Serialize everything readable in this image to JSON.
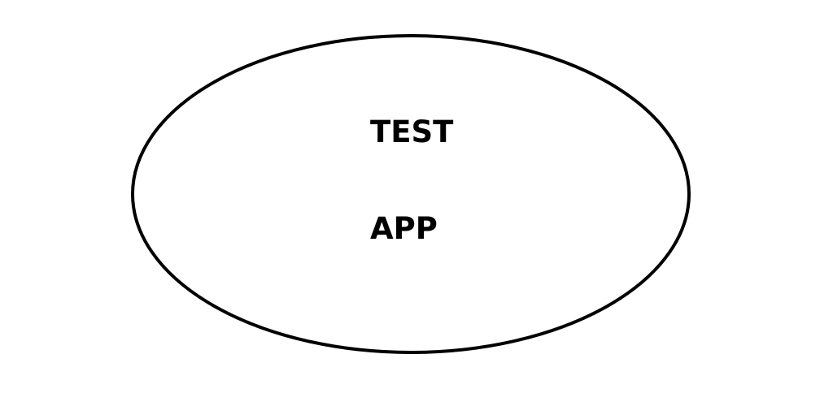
{
  "diagram": {
    "shape": "ellipse",
    "lines": [
      "TEST",
      "APP"
    ],
    "stroke_color": "#000000",
    "text_color": "#000000",
    "background": "#ffffff"
  }
}
